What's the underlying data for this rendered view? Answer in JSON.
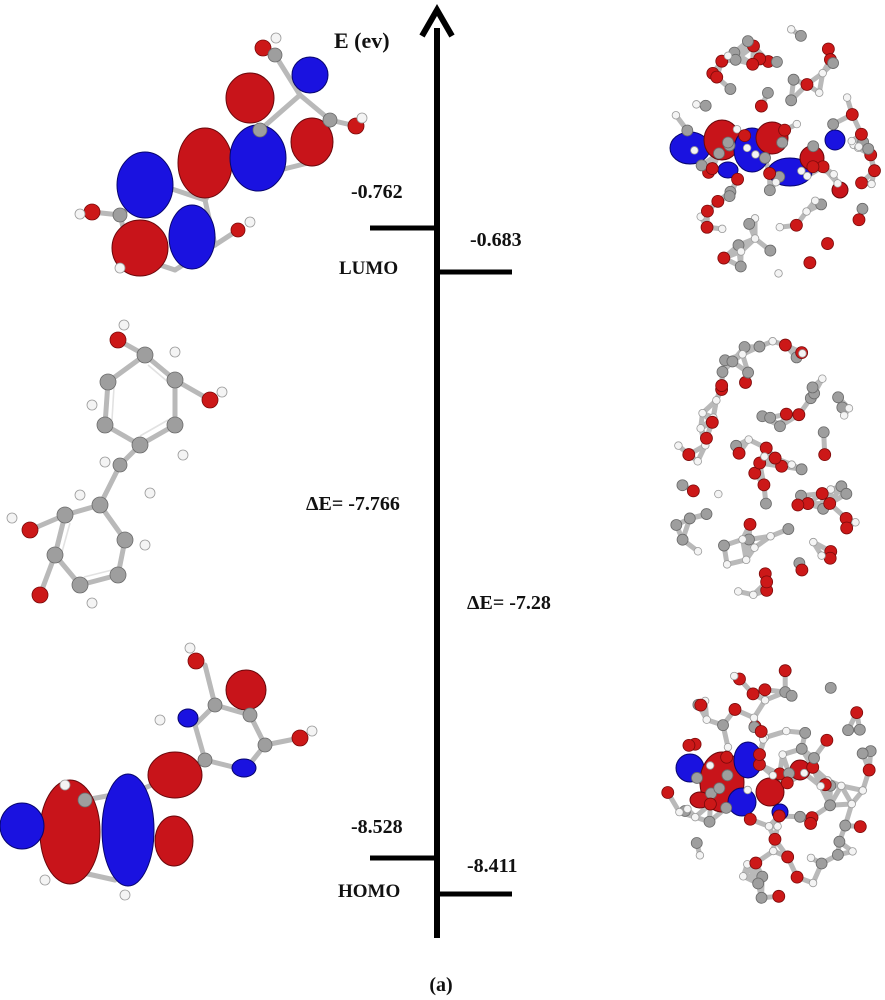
{
  "axis": {
    "title": "E (ev)"
  },
  "levels": {
    "left_lumo": "-0.762",
    "right_lumo": "-0.683",
    "left_homo": "-8.528",
    "right_homo": "-8.411",
    "lumo_label": "LUMO",
    "homo_label": "HOMO"
  },
  "gaps": {
    "left": "ΔE= -7.766",
    "right": "ΔE= -7.28"
  },
  "caption": "(a)",
  "colors": {
    "axis": "#000000",
    "orbital_positive": "#c8141a",
    "orbital_negative": "#1a12e0",
    "oxygen": "#cc1818",
    "carbon": "#9e9e9e",
    "hydrogen": "#f4f4f4"
  }
}
